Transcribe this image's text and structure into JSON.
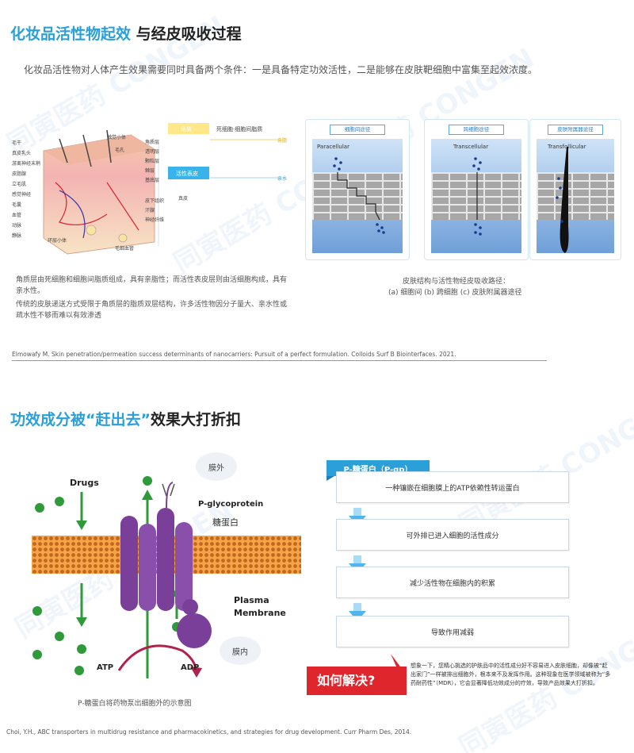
{
  "section1": {
    "title_highlight": "化妆品活性物起效",
    "title_rest": " 与经皮吸收过程",
    "intro": "化妆品活性物对人体产生效果需要同时具备两个条件：一是具备特定功效活性，二是能够在皮肤靶细胞中富集至起效浓度。",
    "skin_labels_left": [
      "毛干",
      "真皮乳头",
      "游离神经末梢",
      "皮脂腺",
      "立毛肌",
      "感觉神经",
      "毛囊",
      "血管",
      "动脉",
      "静脉"
    ],
    "skin_labels_top": [
      "触觉小体",
      "毛孔"
    ],
    "skin_labels_right": [
      "角质层",
      "透明层",
      "颗粒层",
      "棘层",
      "基底层",
      "皮下组织",
      "汗腺",
      "神经纤维"
    ],
    "skin_labels_bottom": [
      "环层小体",
      "毛细血管"
    ],
    "layer_box_stratum": "角质",
    "layer_box_stratum_desc": "死细胞·细胞间脂质",
    "layer_box_epidermis": "活性表皮",
    "layer_box_dermis": "真皮",
    "layer_right_1": "亲脂",
    "layer_right_2": "亲水",
    "caption_left_1": "角质层由死细胞和细胞间脂质组成，具有亲脂性；而活性表皮层则由活细胞构成，具有亲水性。",
    "caption_left_2": "传统的皮肤递送方式受限于角质层的脂质双层结构，许多活性物因分子量大、亲水性或疏水性不够而难以有效渗透",
    "pathways": [
      {
        "head": "细胞间途径",
        "label": "Paracellular"
      },
      {
        "head": "跨细胞途径",
        "label": "Transcellular"
      },
      {
        "head": "皮肤附属器途径",
        "label": "Transfollicular"
      }
    ],
    "caption_right_1": "皮肤结构与活性物经皮吸收路径：",
    "caption_right_2": "(a) 细胞间 (b) 跨细胞 (c) 皮肤附属器途径",
    "reference": "Elmowafy M. Skin penetration/permeation success determinants of nanocarriers: Pursuit of a perfect formulation. Colloids Surf B Biointerfaces. 2021."
  },
  "section2": {
    "title_highlight": "功效成分被“赶出去”",
    "title_rest": "效果大打折扣",
    "diagram": {
      "drugs": "Drugs",
      "pgp_en": "P-glycoprotein",
      "pgp_cn": "糖蛋白",
      "outside": "膜外",
      "inside": "膜内",
      "plasma": "Plasma",
      "membrane": "Membrane",
      "atp": "ATP",
      "adp": "ADP",
      "caption": "P-糖蛋白将药物泵出细胞外的示意图"
    },
    "flow_head": "P-糖蛋白（P-gp）",
    "flow_steps": [
      "一种镶嵌在细胞膜上的ATP依赖性转运蛋白",
      "可外排已进入细胞的活性成分",
      "减少活性物在细胞内的积累",
      "导致作用减弱"
    ],
    "question": "如何解决?",
    "question_desc": "想象一下，您精心挑选的护肤品中的活性成分好不容易进入皮肤细胞，却像被“赶出家门”一样被排出细胞外，根本来不及发挥作用。这种现象在医学领域被称为“多药耐药性”（MDR），它会显著降低功效成分的疗效，导致产品效果大打折扣。",
    "reference": "Choi, Y.H., ABC transporters in multidrug resistance and pharmacokinetics, and strategies for drug development. Curr Pharm Des, 2014."
  },
  "watermark": "同寅医药 CONGEN",
  "colors": {
    "accent": "#2a9fd8",
    "flow_arrow": "#4fb6ec",
    "question_red": "#e0262d",
    "protein": "#7a3f99",
    "molecule": "#2e9a3a"
  }
}
